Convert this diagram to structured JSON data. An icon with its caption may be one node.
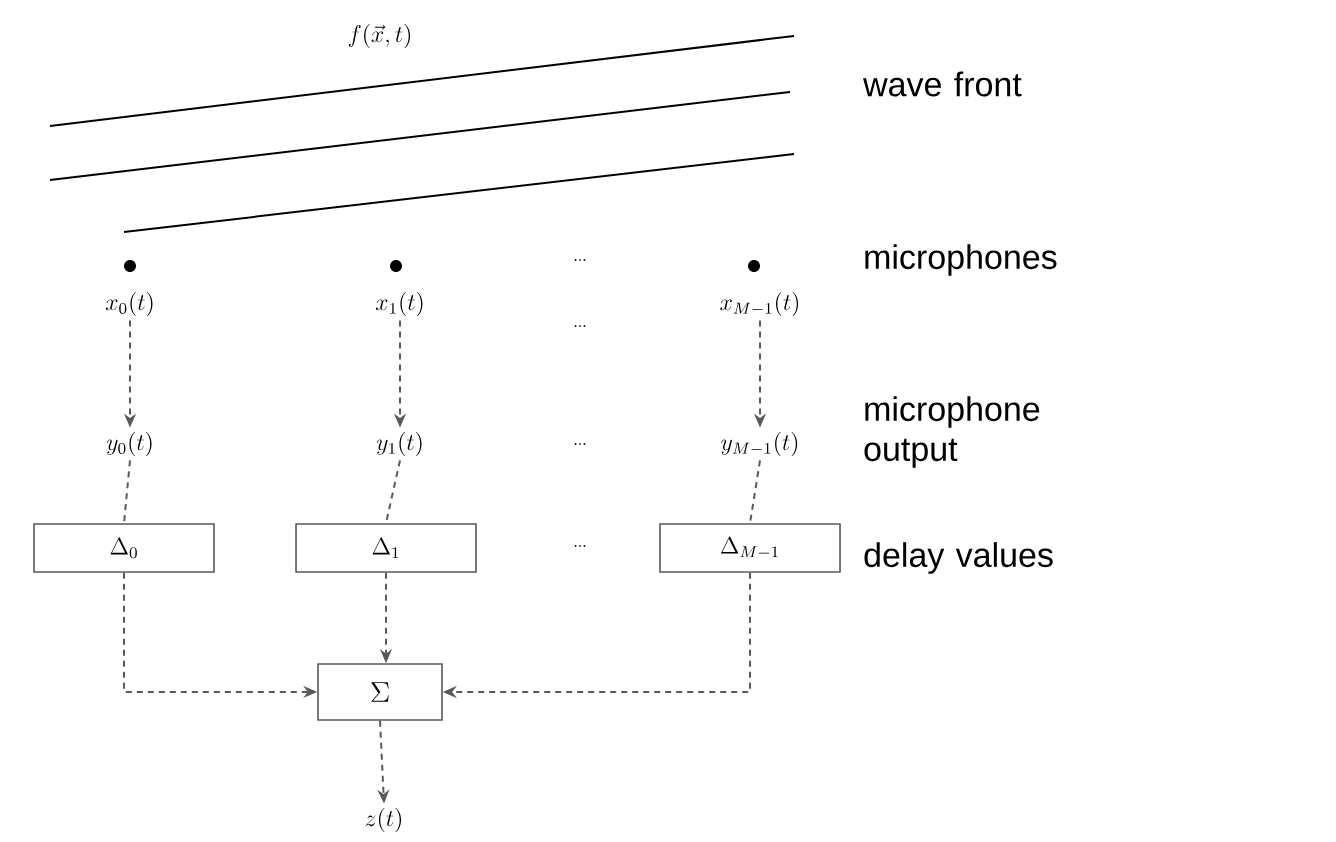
{
  "diagram": {
    "nodes": [
      {
        "text": [
          "x_0(t)"
        ]
      },
      {
        "text": [
          "x_1(t)"
        ]
      },
      {
        "text": [
          "x_{M-1}(t)"
        ]
      },
      {
        "text": [
          "y_0(t)"
        ]
      },
      {
        "text": [
          "y_1(t)"
        ]
      },
      {
        "text": [
          "y_{M-1}(t)"
        ]
      },
      {
        "text": [
          "\\Delta_0"
        ]
      },
      {
        "text": [
          "\\Delta_1"
        ]
      },
      {
        "text": [
          "\\Delta_{M-1}"
        ]
      },
      {
        "text": [
          "\\Sigma"
        ]
      },
      {
        "text": [
          "z(t)"
        ]
      }
    ],
    "edges": [
      {
        "from": 0,
        "to": 3,
        "arrow": "to",
        "style": "dashed"
      },
      {
        "from": 1,
        "to": 4,
        "arrow": "to",
        "style": "dashed"
      },
      {
        "from": 2,
        "to": 5,
        "arrow": "to",
        "style": "dashed"
      },
      {
        "from": 3,
        "to": 6,
        "arrow": "none",
        "style": "dashed"
      },
      {
        "from": 4,
        "to": 7,
        "arrow": "none",
        "style": "dashed"
      },
      {
        "from": 5,
        "to": 8,
        "arrow": "none",
        "style": "dashed"
      },
      {
        "from": 6,
        "to": 9,
        "arrow": "to",
        "style": "dashed"
      },
      {
        "from": 7,
        "to": 9,
        "arrow": "to",
        "style": "dashed"
      },
      {
        "from": 8,
        "to": 9,
        "arrow": "to",
        "style": "dashed"
      },
      {
        "from": 9,
        "to": 10,
        "arrow": "to",
        "style": "dashed"
      }
    ],
    "labels": [
      "f(\\vec{x},t)",
      "wave front",
      "microphones",
      "...",
      "...",
      "microphone output",
      "...",
      "delay values",
      "..."
    ]
  }
}
